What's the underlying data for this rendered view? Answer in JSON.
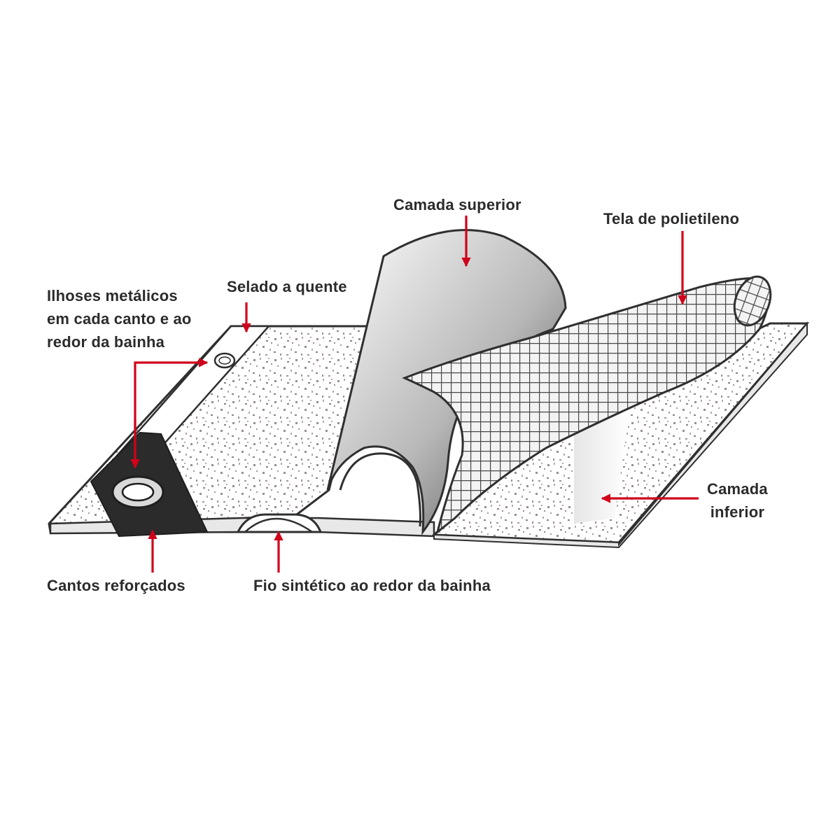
{
  "labels": {
    "camada_superior": "Camada superior",
    "tela_polietileno": "Tela de polietileno",
    "selado_quente": "Selado a quente",
    "ilhoses": [
      "Ilhoses metálicos",
      "em cada canto e ao",
      "redor da bainha"
    ],
    "camada_inferior": [
      "Camada",
      "inferior"
    ],
    "cantos_reforcados": "Cantos reforçados",
    "fio_sintetico": "Fio sintético ao redor da bainha"
  },
  "colors": {
    "arrow": "#d0021b",
    "outline": "#2f2f2f",
    "sheet": "#ffffff",
    "speckle": "#9a8f8f",
    "mesh": "#4a4a4a",
    "corner": "#2b2b2b",
    "text": "#2b2b2b"
  }
}
